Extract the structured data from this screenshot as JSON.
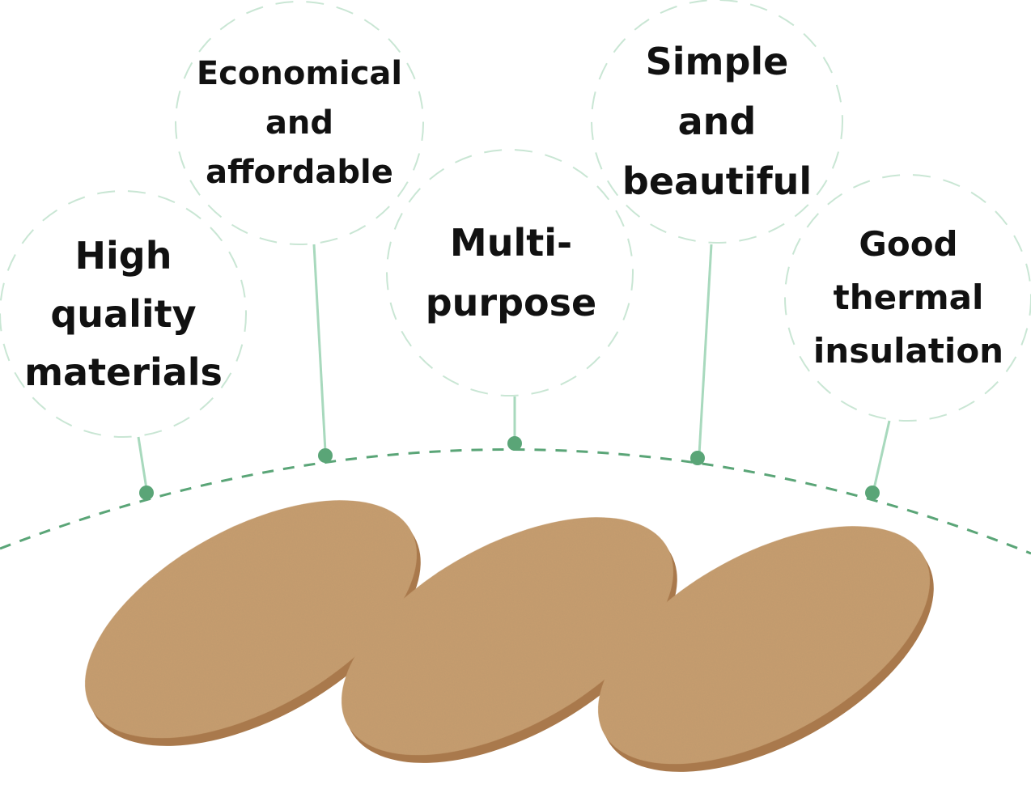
{
  "features": [
    {
      "id": "high-quality",
      "lines": [
        "High",
        "quality",
        "materials"
      ]
    },
    {
      "id": "economical",
      "lines": [
        "Economical",
        "and",
        "affordable"
      ]
    },
    {
      "id": "multi-purpose",
      "lines": [
        "Multi-",
        "purpose"
      ]
    },
    {
      "id": "simple-beautiful",
      "lines": [
        "Simple",
        "and",
        "beautiful"
      ]
    },
    {
      "id": "thermal-insulation",
      "lines": [
        "Good",
        "thermal",
        "insulation"
      ]
    }
  ],
  "colors": {
    "accent": "#5aa577",
    "bubble_outline": "#c9e6d4",
    "cork": "#c99e6e",
    "cork_edge": "#a9794c",
    "text": "#111111",
    "background": "#ffffff"
  }
}
